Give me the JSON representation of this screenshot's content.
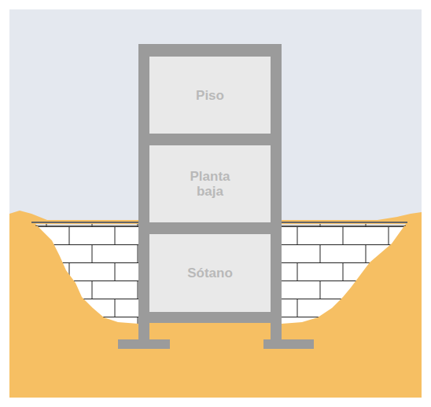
{
  "diagram": {
    "nodes": [
      {
        "text": [
          "Piso"
        ]
      },
      {
        "text": [
          "Planta baja"
        ]
      },
      {
        "text": [
          "Sótano"
        ]
      }
    ]
  }
}
